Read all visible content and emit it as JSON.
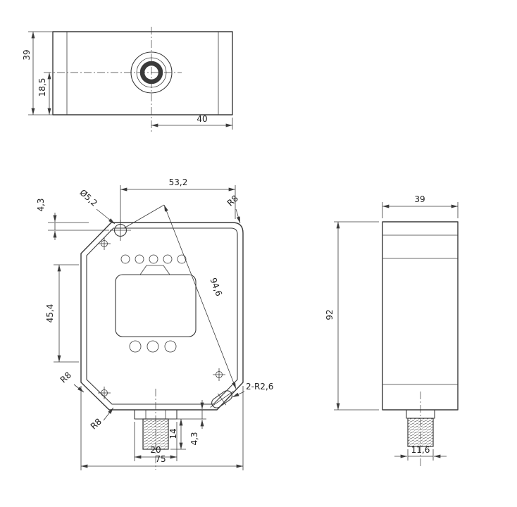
{
  "colors": {
    "background": "#ffffff",
    "line": "#3a3a3a",
    "text": "#1e1e1e"
  },
  "views": {
    "top": {
      "dims": {
        "height": "39",
        "center_to_bottom": "18,5",
        "center_to_right_edge": "40"
      }
    },
    "front": {
      "dims": {
        "hole_to_right_edge": "53,2",
        "hole_offset_from_top": "4,3",
        "hole_diameter": "Ø5,2",
        "corner_radius_top_right": "R8",
        "hole_to_slot_diagonal": "94,6",
        "left_side_height": "45,4",
        "corner_radius_bottom_left": "R8",
        "corner_radius_bottom": "R8",
        "slot_radius": "2-R2,6",
        "connector_thread_length": "14",
        "connector_neck_height": "4,3",
        "connector_nut_width": "20",
        "body_width": "75"
      }
    },
    "side": {
      "dims": {
        "body_depth": "39",
        "body_height": "92",
        "connector_thread_width": "11,6"
      }
    }
  }
}
